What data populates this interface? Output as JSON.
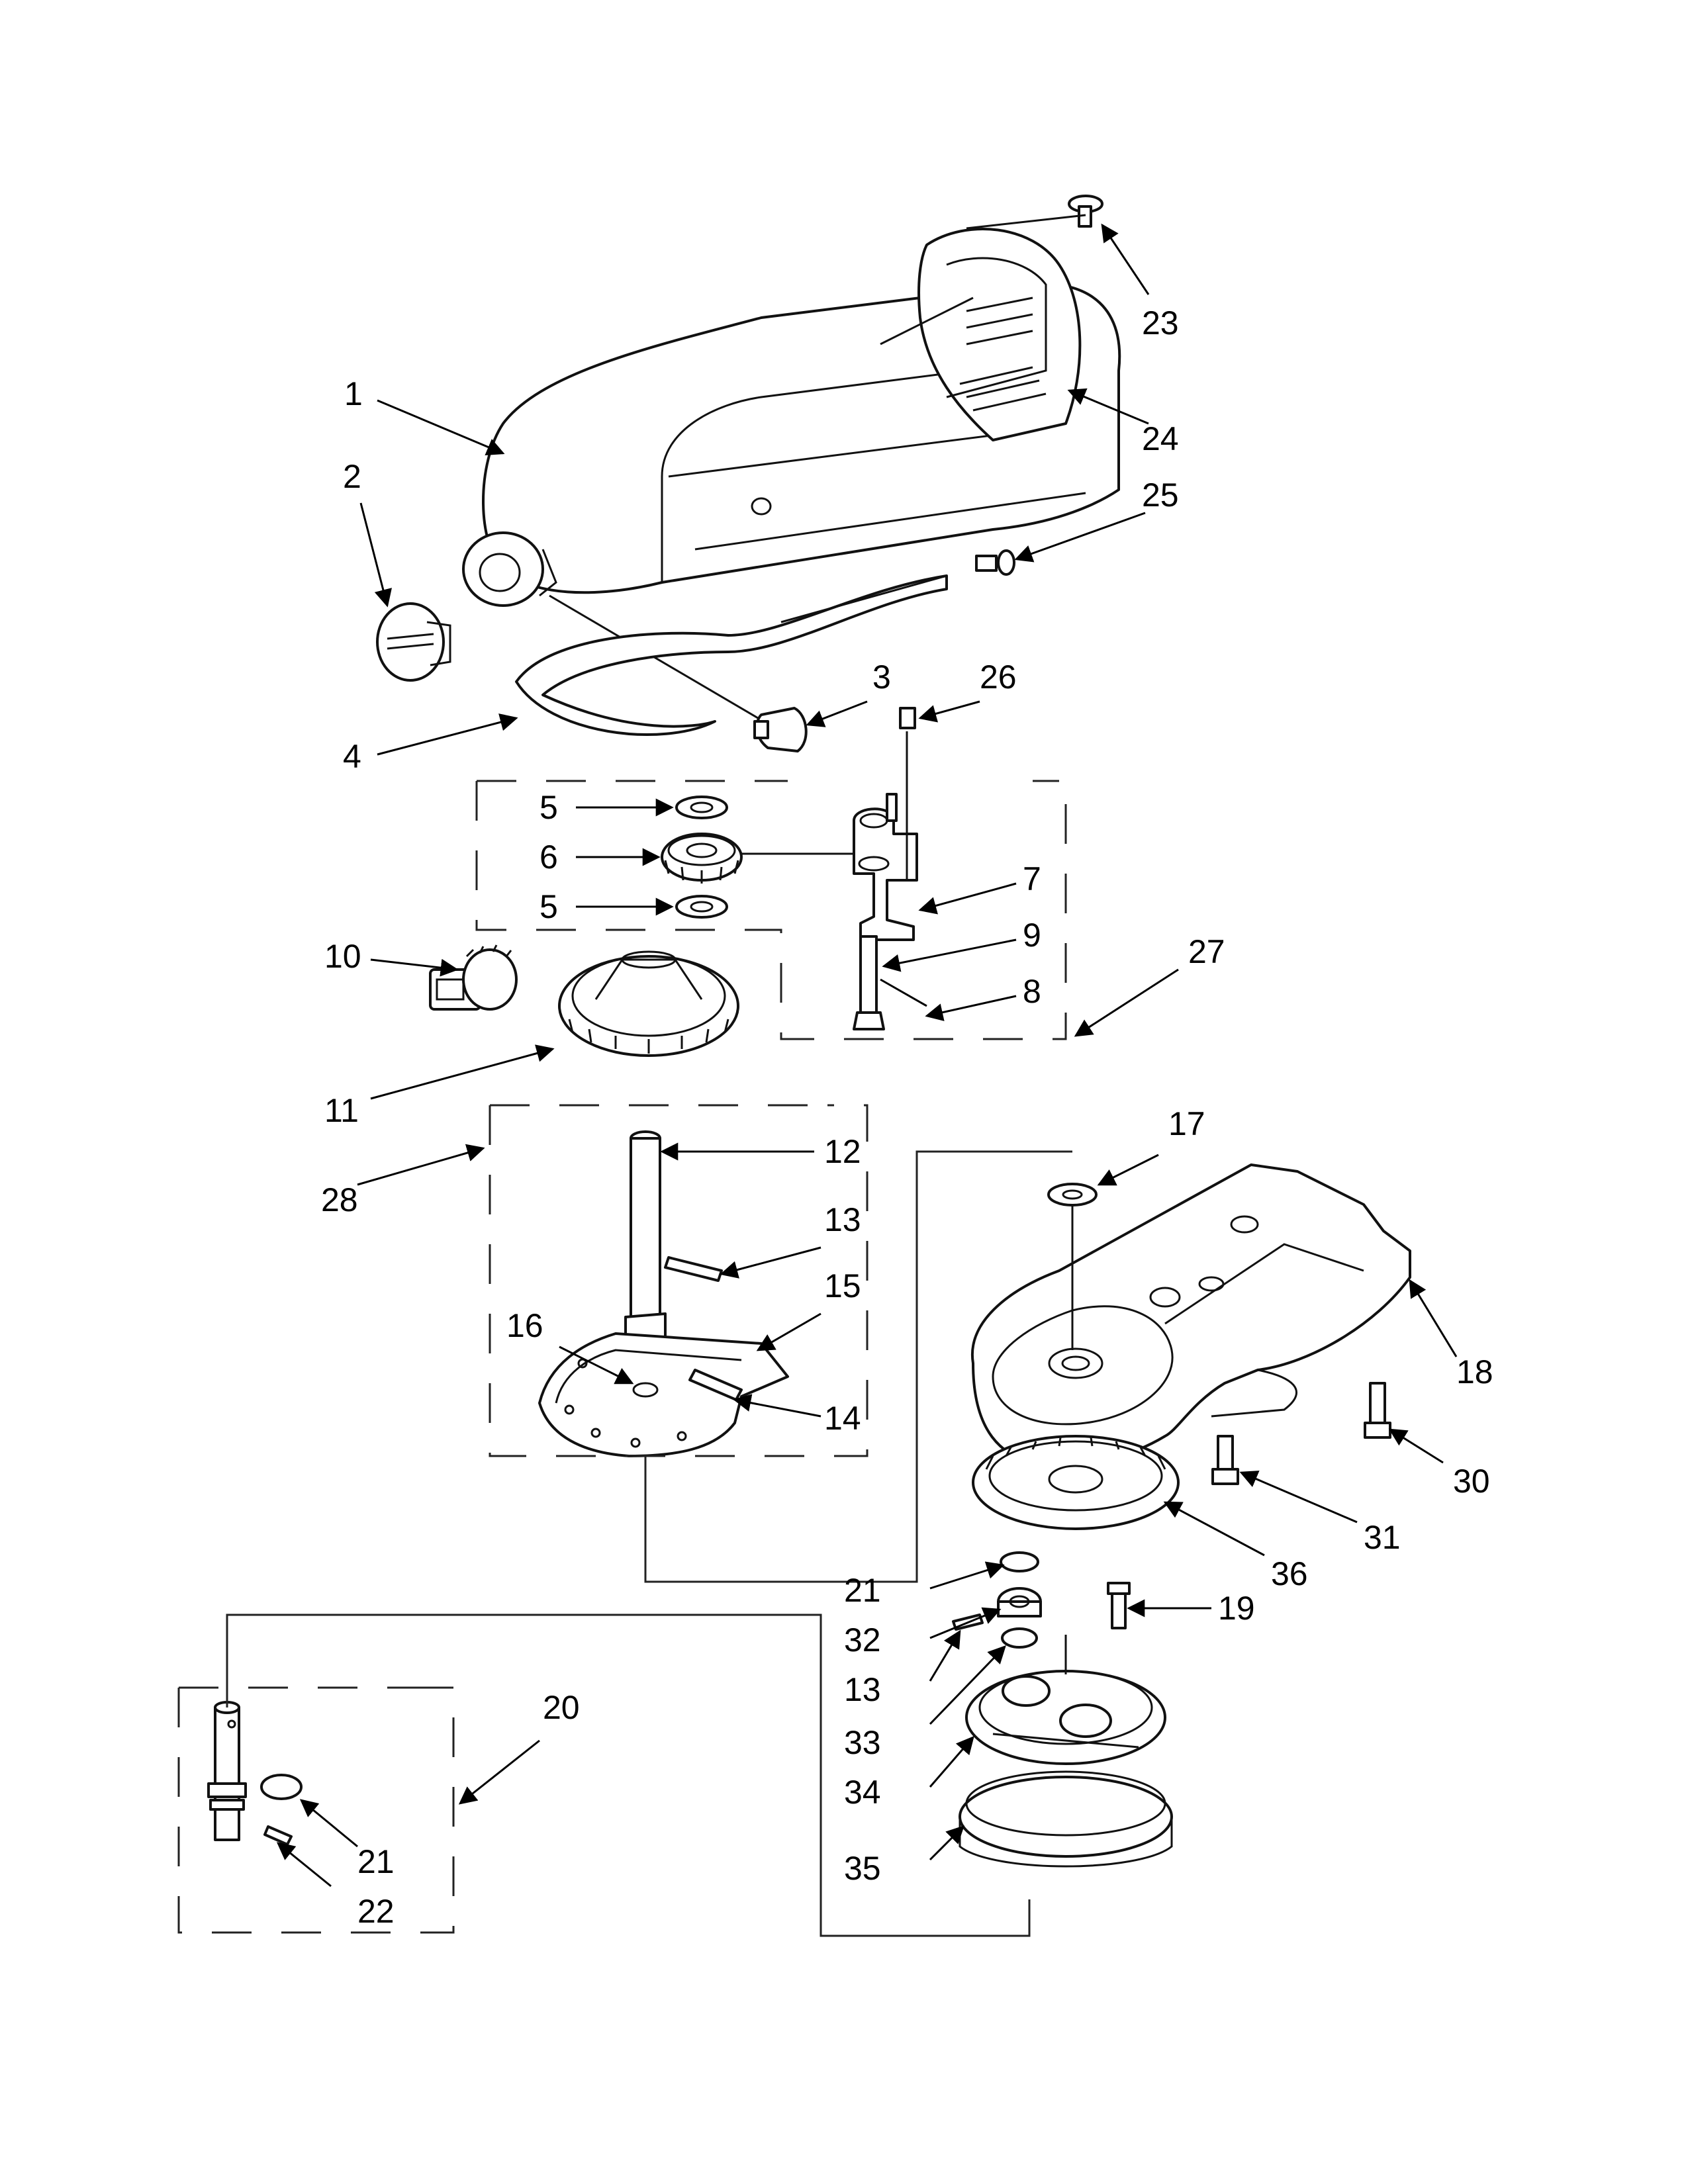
{
  "labels": [
    {
      "id": "1",
      "text": "1"
    },
    {
      "id": "2",
      "text": "2"
    },
    {
      "id": "3",
      "text": "3"
    },
    {
      "id": "4",
      "text": "4"
    },
    {
      "id": "5a",
      "text": "5"
    },
    {
      "id": "6",
      "text": "6"
    },
    {
      "id": "5b",
      "text": "5"
    },
    {
      "id": "7",
      "text": "7"
    },
    {
      "id": "8",
      "text": "8"
    },
    {
      "id": "9",
      "text": "9"
    },
    {
      "id": "10",
      "text": "10"
    },
    {
      "id": "11",
      "text": "11"
    },
    {
      "id": "12",
      "text": "12"
    },
    {
      "id": "13a",
      "text": "13"
    },
    {
      "id": "14",
      "text": "14"
    },
    {
      "id": "15",
      "text": "15"
    },
    {
      "id": "16",
      "text": "16"
    },
    {
      "id": "17",
      "text": "17"
    },
    {
      "id": "18",
      "text": "18"
    },
    {
      "id": "19",
      "text": "19"
    },
    {
      "id": "20",
      "text": "20"
    },
    {
      "id": "21a",
      "text": "21"
    },
    {
      "id": "21b",
      "text": "21"
    },
    {
      "id": "22",
      "text": "22"
    },
    {
      "id": "23",
      "text": "23"
    },
    {
      "id": "24",
      "text": "24"
    },
    {
      "id": "25",
      "text": "25"
    },
    {
      "id": "26",
      "text": "26"
    },
    {
      "id": "27",
      "text": "27"
    },
    {
      "id": "28",
      "text": "28"
    },
    {
      "id": "30",
      "text": "30"
    },
    {
      "id": "31",
      "text": "31"
    },
    {
      "id": "32",
      "text": "32"
    },
    {
      "id": "13b",
      "text": "13"
    },
    {
      "id": "33",
      "text": "33"
    },
    {
      "id": "34",
      "text": "34"
    },
    {
      "id": "35",
      "text": "35"
    },
    {
      "id": "36",
      "text": "36"
    }
  ]
}
